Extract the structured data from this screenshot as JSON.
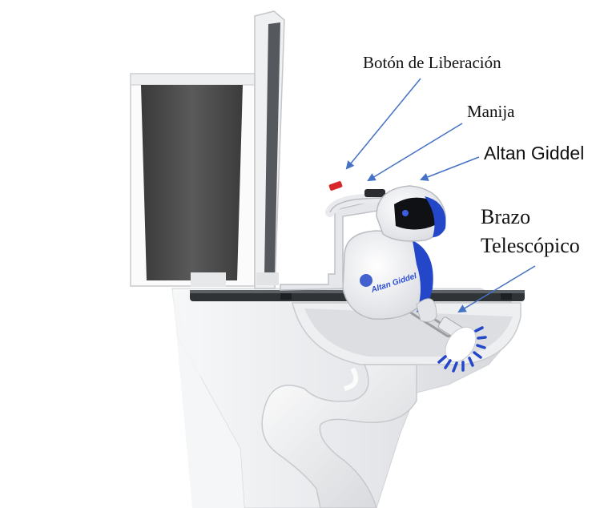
{
  "labels": {
    "release_button": "Botón de Liberación",
    "handle": "Manija",
    "robot": "Altan Giddel",
    "arm_line1": "Brazo",
    "arm_line2": "Telescópico"
  },
  "robot_logo": {
    "text": "Altan Giddel"
  },
  "colors": {
    "arrow": "#4472c4",
    "robot_accent": "#2446c8",
    "release_button": "#d8262a",
    "tank_dark": "#4a4a4a",
    "porcelain": "#ecedef"
  }
}
